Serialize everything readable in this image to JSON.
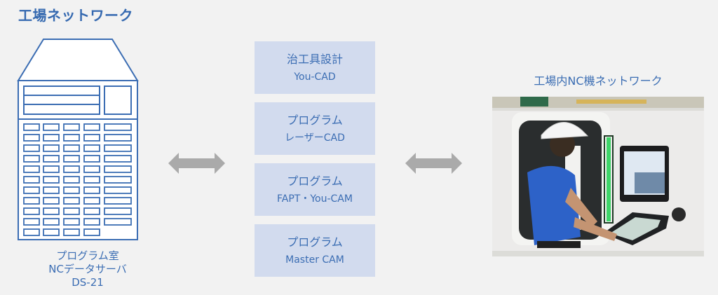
{
  "title": "工場ネットワーク",
  "server": {
    "label_lines": [
      "プログラム室",
      "NCデータサーバ",
      "DS-21"
    ],
    "icon": "server-building-icon"
  },
  "arrows": [
    {
      "icon": "double-arrow-icon",
      "color": "#aaaaaa"
    },
    {
      "icon": "double-arrow-icon",
      "color": "#aaaaaa"
    }
  ],
  "software_boxes": [
    {
      "line1": "治工具設計",
      "line2": "You-CAD"
    },
    {
      "line1": "プログラム",
      "line2": "レーザーCAD"
    },
    {
      "line1": "プログラム",
      "line2": "FAPT・You-CAM"
    },
    {
      "line1": "プログラム",
      "line2": "Master CAM"
    }
  ],
  "photo": {
    "title": "工場内NC機ネットワーク",
    "description": "作業者がNC機の操作パネルを操作している写真"
  },
  "colors": {
    "accent": "#3569b0",
    "box_fill": "#d2dbee",
    "arrow": "#aaaaaa",
    "background": "#f2f2f2"
  }
}
